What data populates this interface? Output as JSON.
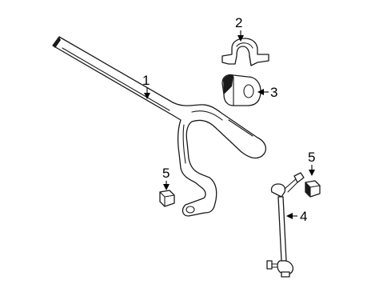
{
  "callouts": [
    {
      "id": "stabilizer-bar",
      "label": "1"
    },
    {
      "id": "bracket",
      "label": "2"
    },
    {
      "id": "bushing",
      "label": "3"
    },
    {
      "id": "link",
      "label": "4"
    },
    {
      "id": "nut-left",
      "label": "5"
    },
    {
      "id": "nut-right",
      "label": "5"
    }
  ],
  "colors": {
    "line": "#1a1a1a",
    "background": "#ffffff"
  }
}
